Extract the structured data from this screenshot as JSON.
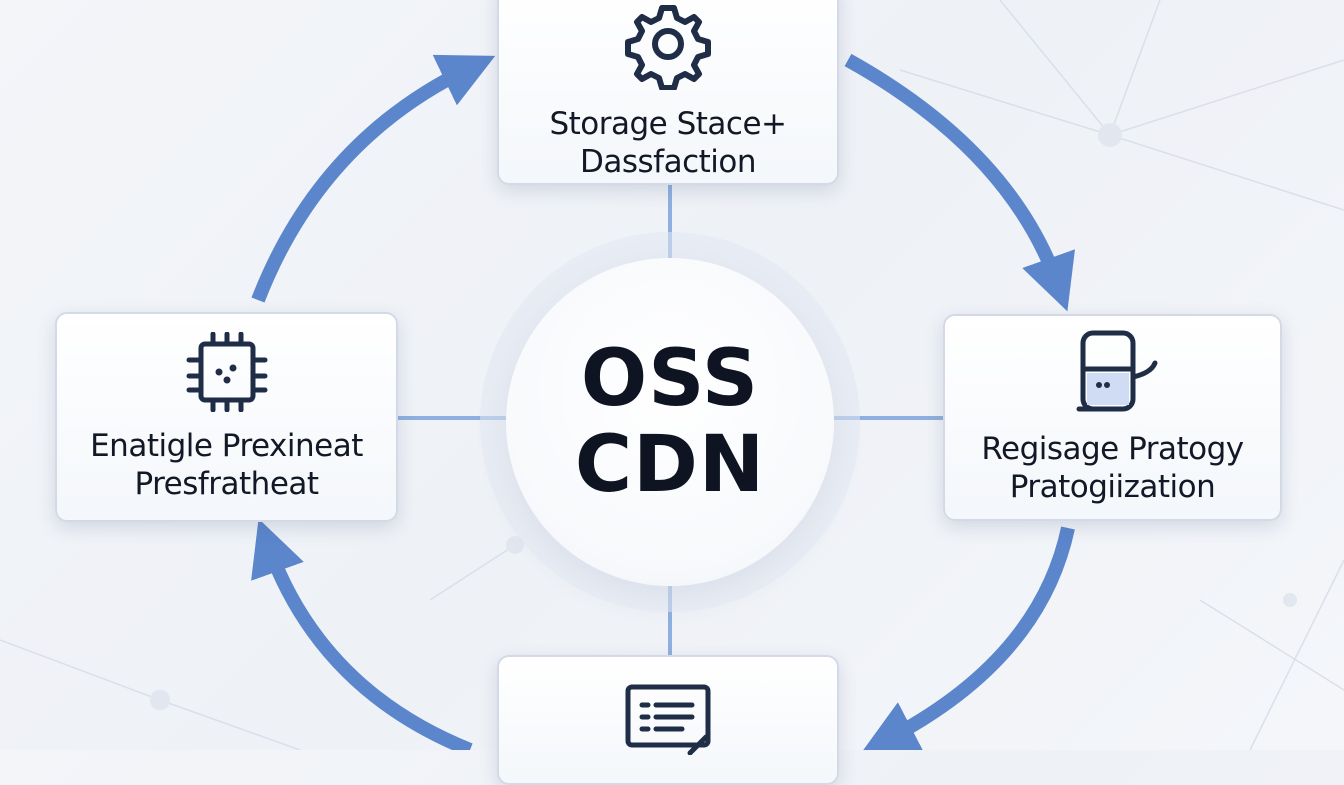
{
  "center": {
    "line1": "OSS",
    "line2": "CDN"
  },
  "nodes": {
    "top": {
      "line1": "Storage Stace+",
      "line2": "Dassfaction",
      "icon": "gear-icon"
    },
    "left": {
      "line1": "Enatigle Prexineat",
      "line2": "Presfratheat",
      "icon": "chip-icon"
    },
    "right": {
      "line1": "Regisage Pratogy",
      "line2": "Pratogiization",
      "icon": "storage-icon"
    },
    "bottom": {
      "icon": "document-icon"
    }
  },
  "colors": {
    "arrow": "#5b86cc",
    "connector": "#8fb0de",
    "text": "#121826",
    "icon": "#1f2d47"
  }
}
